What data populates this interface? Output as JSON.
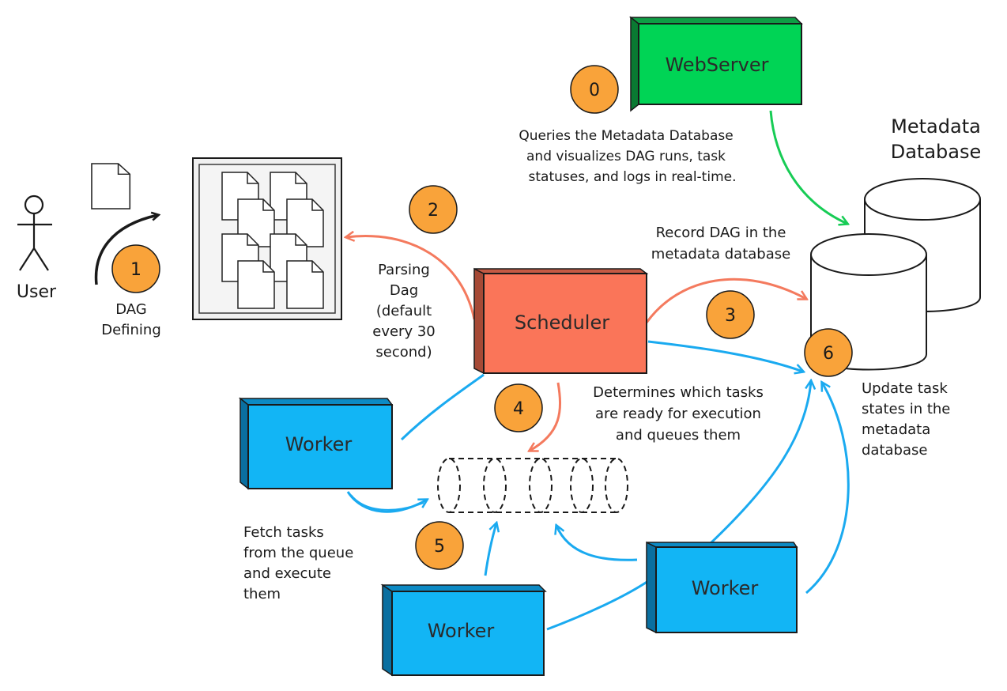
{
  "colors": {
    "webserver": "#00d455",
    "scheduler": "#fa7559",
    "worker": "#12b5f5",
    "badge": "#f9a33a",
    "arrow_orange": "#f47a5e",
    "arrow_blue": "#1aaaf0",
    "arrow_green": "#17cc55",
    "ink": "#1a1a1a"
  },
  "actor": {
    "label": "User"
  },
  "nodes": {
    "webserver": {
      "label": "WebServer"
    },
    "scheduler": {
      "label": "Scheduler"
    },
    "worker_1": {
      "label": "Worker"
    },
    "worker_2": {
      "label": "Worker"
    },
    "worker_3": {
      "label": "Worker"
    },
    "database": {
      "title_line1": "Metadata",
      "title_line2": "Database"
    }
  },
  "steps": [
    {
      "number": "0"
    },
    {
      "number": "1"
    },
    {
      "number": "2"
    },
    {
      "number": "3"
    },
    {
      "number": "4"
    },
    {
      "number": "5"
    },
    {
      "number": "6"
    }
  ],
  "annotations": {
    "webserver_note": [
      "Queries the Metadata Database",
      "and visualizes DAG runs, task",
      "statuses, and logs in real-time."
    ],
    "dag_defining": [
      "DAG",
      "Defining"
    ],
    "parsing": [
      "Parsing",
      "Dag",
      "(default",
      "every 30",
      "second)"
    ],
    "record": [
      "Record DAG in the",
      "metadata database"
    ],
    "determines": [
      "Determines which tasks",
      "are ready for execution",
      "and queues them"
    ],
    "fetch": [
      "Fetch tasks",
      "from the queue",
      "and execute",
      "them"
    ],
    "update": [
      "Update task",
      "states in the",
      "metadata",
      "database"
    ]
  }
}
